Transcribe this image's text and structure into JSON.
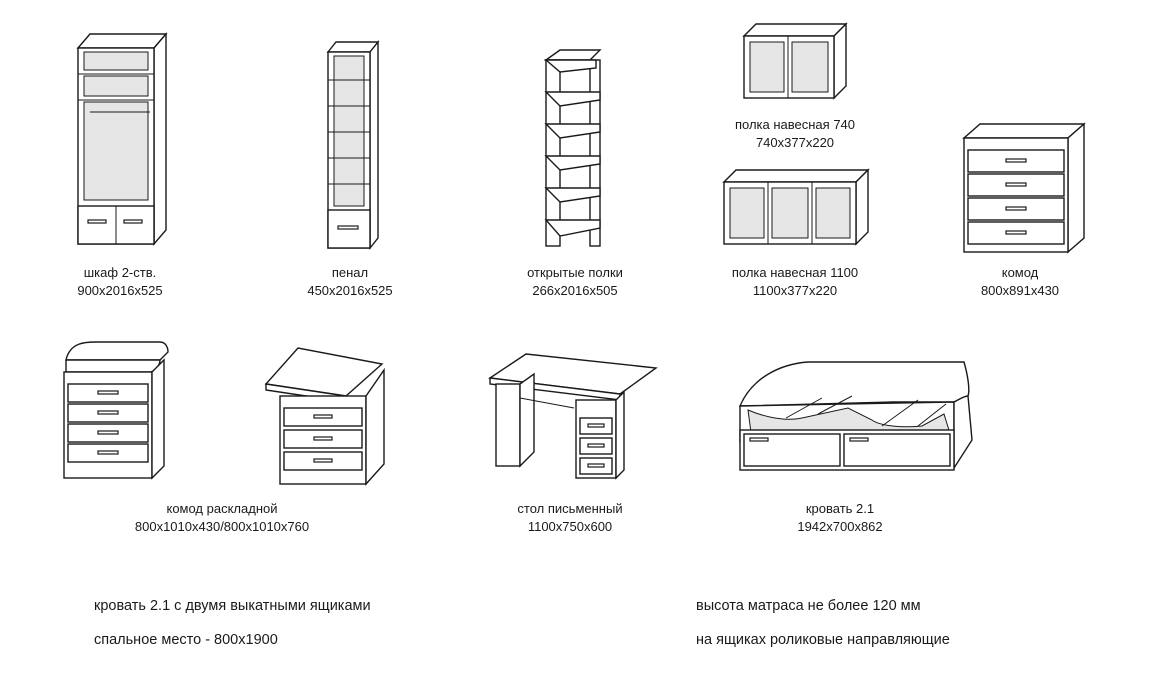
{
  "items": [
    {
      "id": "wardrobe-2-door",
      "name": "шкаф 2-ств.",
      "size": "900х2016х525",
      "icon": "wardrobe-drawing"
    },
    {
      "id": "pencil-case",
      "name": "пенал",
      "size": "450х2016х525",
      "icon": "narrow-cabinet-drawing"
    },
    {
      "id": "open-shelves",
      "name": "открытые полки",
      "size": "266х2016х505",
      "icon": "corner-shelves-drawing"
    },
    {
      "id": "wall-shelf-740",
      "name": "полка навесная 740",
      "size": "740х377х220",
      "icon": "wall-shelf-drawing"
    },
    {
      "id": "wall-shelf-1100",
      "name": "полка навесная 1100",
      "size": "1100х377х220",
      "icon": "wall-shelf-drawing"
    },
    {
      "id": "chest",
      "name": "комод",
      "size": "800х891х430",
      "icon": "chest-drawing"
    },
    {
      "id": "folding-chest",
      "name": "комод раскладной",
      "size": "800х1010х430/800х1010х760",
      "icon": "changing-chest-drawing"
    },
    {
      "id": "desk",
      "name": "стол письменный",
      "size": "1100х750х600",
      "icon": "desk-drawing"
    },
    {
      "id": "bed",
      "name": "кровать 2.1",
      "size": "1942х700х862",
      "icon": "bed-drawing"
    }
  ],
  "notes": {
    "left": [
      "кровать 2.1 с двумя выкатными ящиками",
      "спальное место - 800х1900"
    ],
    "right": [
      "высота матраса не более 120 мм",
      "на ящиках роликовые направляющие"
    ]
  }
}
